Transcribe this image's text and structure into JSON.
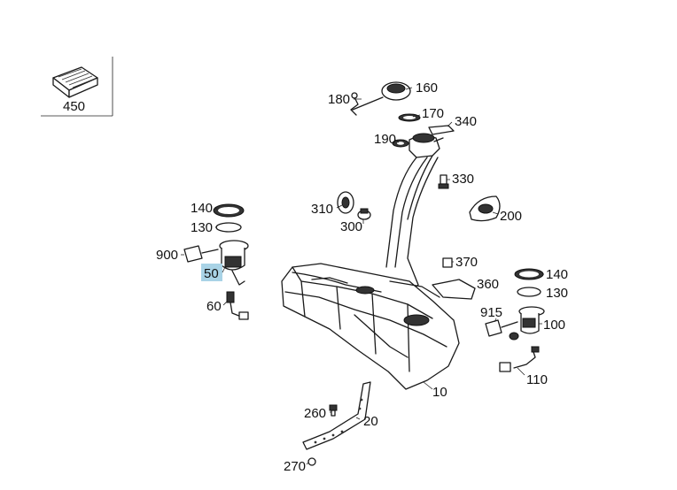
{
  "labels": {
    "l450": "450",
    "l160": "160",
    "l180": "180",
    "l170": "170",
    "l340": "340",
    "l190": "190",
    "l330": "330",
    "l310": "310",
    "l300": "300",
    "l200": "200",
    "l140a": "140",
    "l130a": "130",
    "l900": "900",
    "l50": "50",
    "l60": "60",
    "l370": "370",
    "l360": "360",
    "l140b": "140",
    "l130b": "130",
    "l915": "915",
    "l100": "100",
    "l110": "110",
    "l10": "10",
    "l260": "260",
    "l20": "20",
    "l270": "270"
  },
  "colors": {
    "highlight": "#a9d3e6",
    "line": "#1a1a1a"
  }
}
